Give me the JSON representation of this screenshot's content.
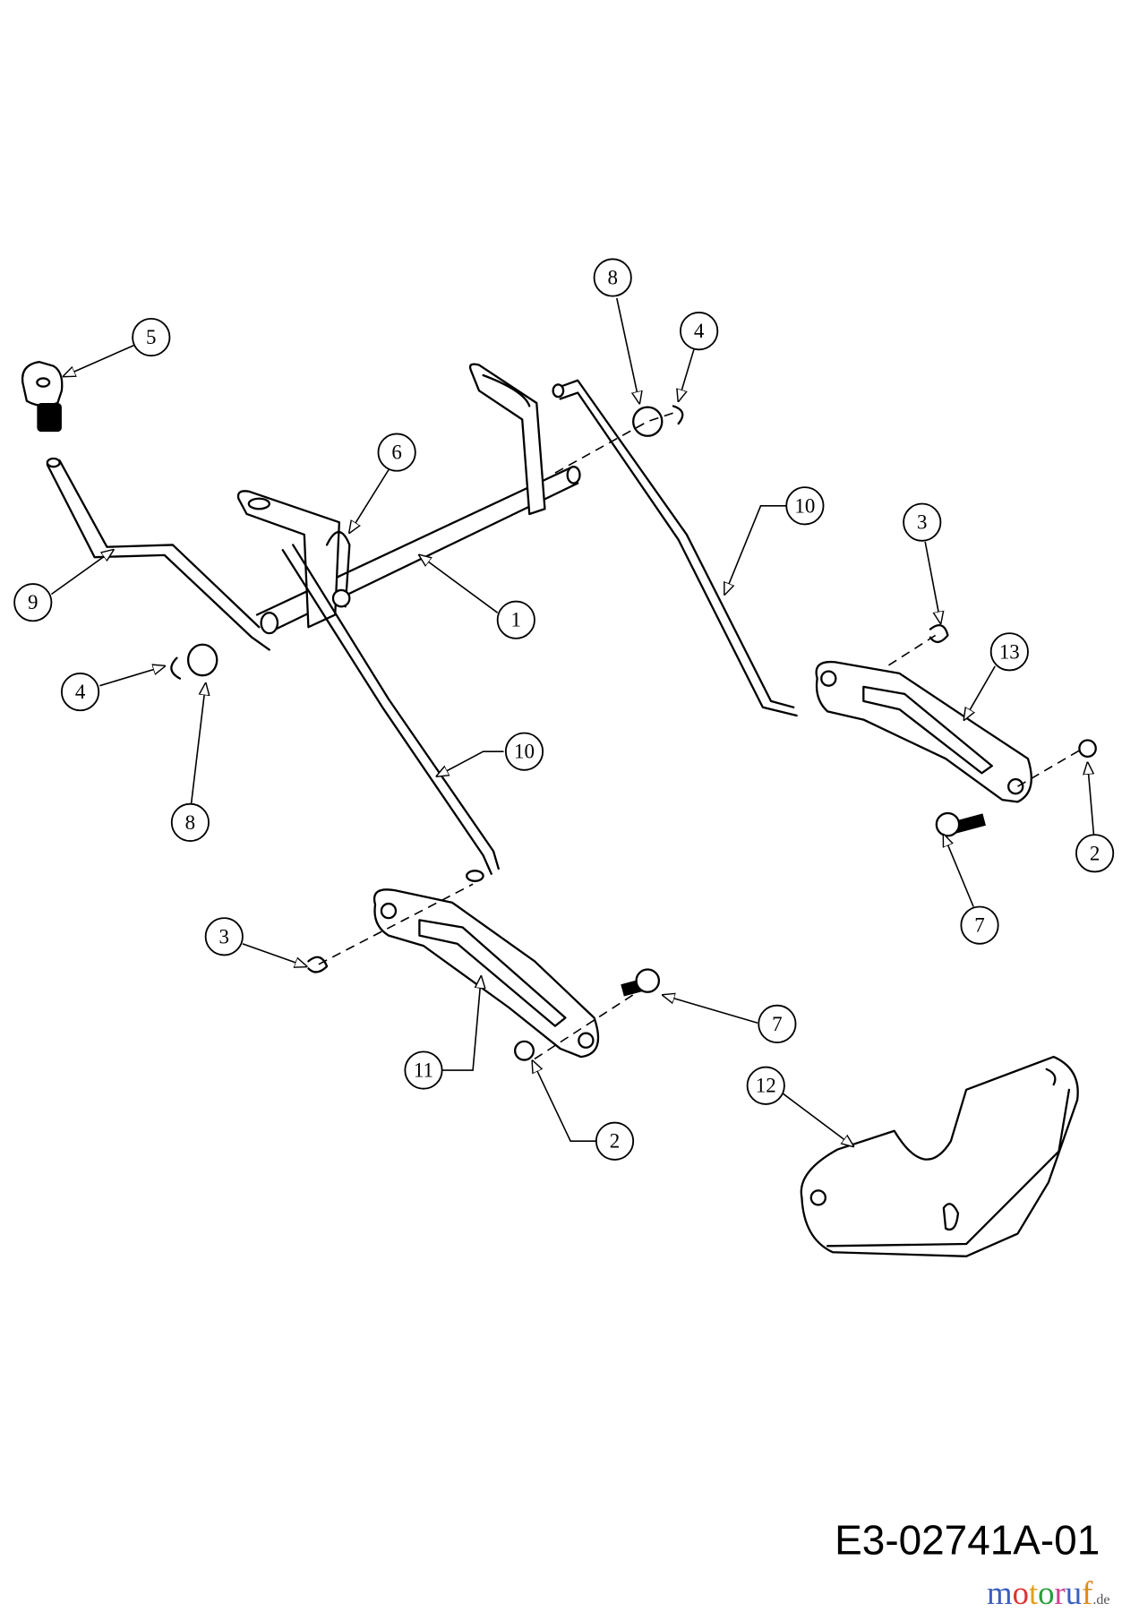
{
  "drawing_code": "E3-02741A-01",
  "watermark": "motoruf.de",
  "callouts": [
    {
      "id": "c5",
      "label": "5"
    },
    {
      "id": "c8a",
      "label": "8"
    },
    {
      "id": "c4a",
      "label": "4"
    },
    {
      "id": "c6",
      "label": "6"
    },
    {
      "id": "c9",
      "label": "9"
    },
    {
      "id": "c1",
      "label": "1"
    },
    {
      "id": "c10a",
      "label": "10"
    },
    {
      "id": "c3a",
      "label": "3"
    },
    {
      "id": "c13",
      "label": "13"
    },
    {
      "id": "c4b",
      "label": "4"
    },
    {
      "id": "c8b",
      "label": "8"
    },
    {
      "id": "c10b",
      "label": "10"
    },
    {
      "id": "c2a",
      "label": "2"
    },
    {
      "id": "c7a",
      "label": "7"
    },
    {
      "id": "c3b",
      "label": "3"
    },
    {
      "id": "c11",
      "label": "11"
    },
    {
      "id": "c7b",
      "label": "7"
    },
    {
      "id": "c2b",
      "label": "2"
    },
    {
      "id": "c12",
      "label": "12"
    }
  ]
}
